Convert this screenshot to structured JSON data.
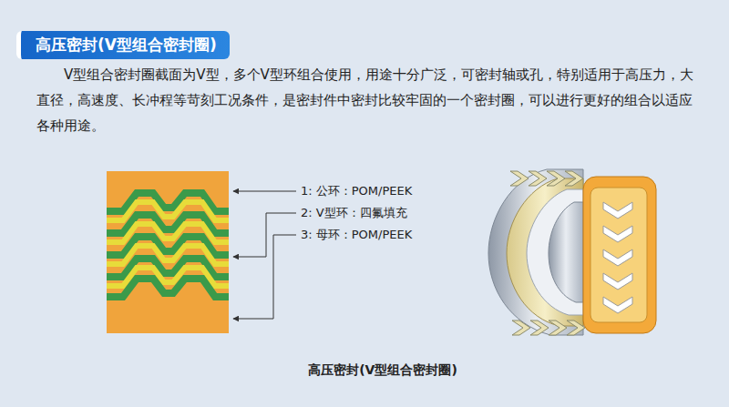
{
  "diagram": {
    "title": "高压密封(V型组合密封圈)",
    "caption": "高压密封(V型组合密封圈)",
    "labels": [
      "V型组合密封圈截面为V型，多个V型环组合使用，用途十分广泛，可密封轴或孔，特别适用于高压力，大直径，高速度、长冲程等苛刻工况条件，是密封件中密封比较牢固的一个密封圈，可以进行更好的组合以适应各种用途。",
      "1: 公环：POM/PEEK",
      "2: V型环：四氟填充",
      "3: 母环：POM/PEEK"
    ]
  }
}
